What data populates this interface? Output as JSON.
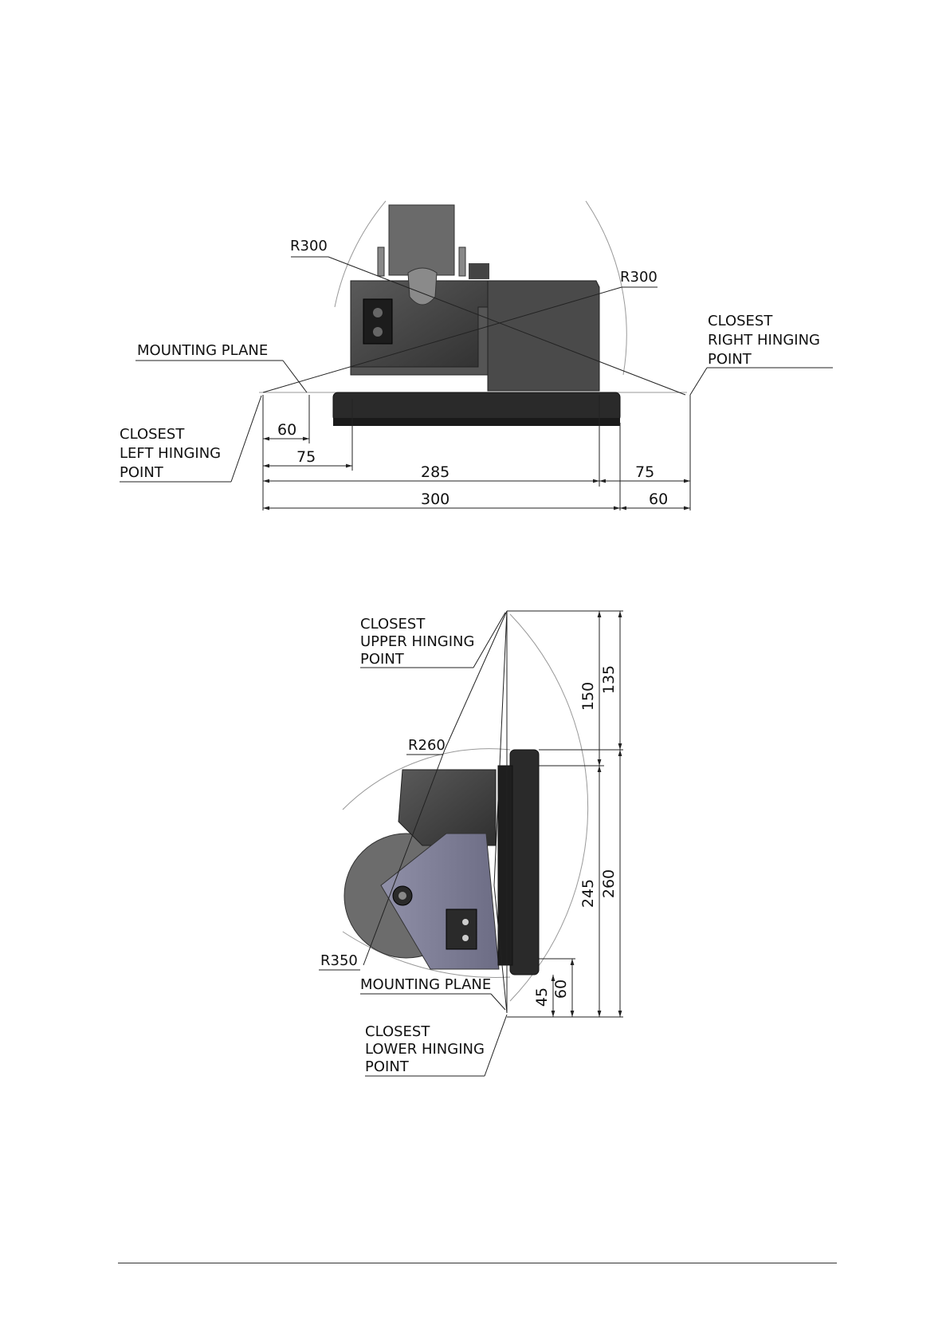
{
  "top_view": {
    "labels": {
      "mounting_plane": "MOUNTING PLANE",
      "left_hinge": [
        "CLOSEST",
        "LEFT HINGING",
        "POINT"
      ],
      "right_hinge": [
        "CLOSEST",
        "RIGHT HINGING",
        "POINT"
      ],
      "r_left": "R300",
      "r_right": "R300"
    },
    "dimensions": {
      "d60_left": "60",
      "d75_left": "75",
      "d285": "285",
      "d75_right": "75",
      "d300": "300",
      "d60_right": "60"
    }
  },
  "side_view": {
    "labels": {
      "upper_hinge": [
        "CLOSEST",
        "UPPER HINGING",
        "POINT"
      ],
      "lower_hinge": [
        "CLOSEST",
        "LOWER HINGING",
        "POINT"
      ],
      "mounting_plane": "MOUNTING PLANE",
      "r260": "R260",
      "r350": "R350"
    },
    "dimensions": {
      "d150": "150",
      "d135": "135",
      "d245": "245",
      "d260": "260",
      "d45": "45",
      "d60": "60"
    }
  }
}
